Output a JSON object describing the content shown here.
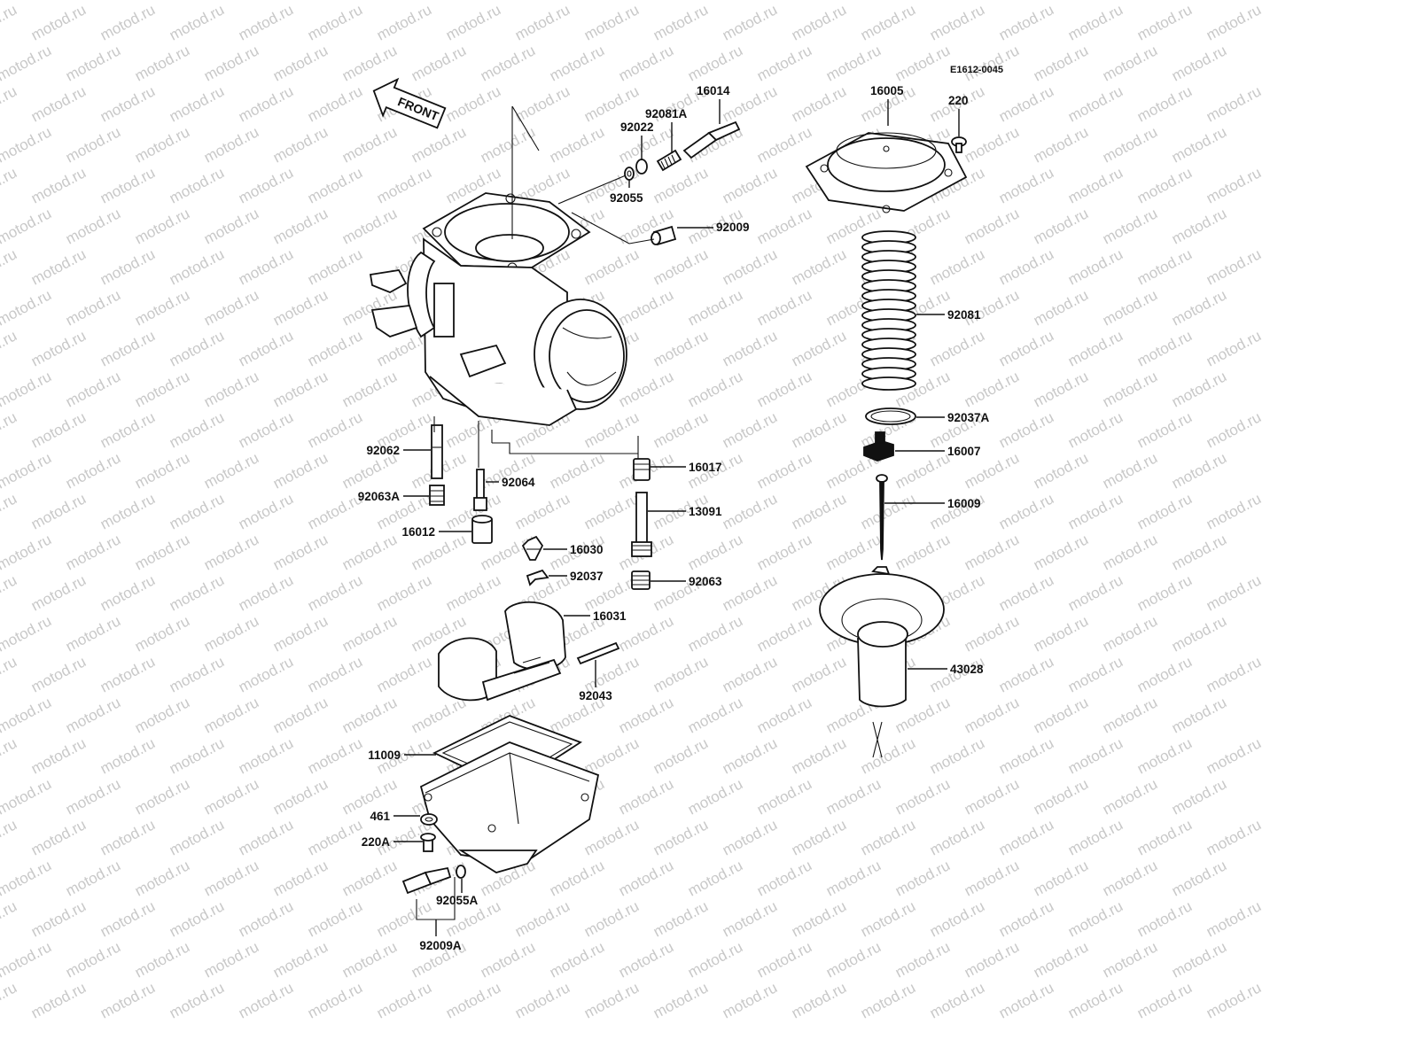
{
  "diagram": {
    "ref_code": "E1612-0045",
    "front_label": "FRONT",
    "watermark": "motod.ru",
    "callouts": [
      {
        "id": "c-16014",
        "label": "16014"
      },
      {
        "id": "c-92081A",
        "label": "92081A"
      },
      {
        "id": "c-92022",
        "label": "92022"
      },
      {
        "id": "c-92055",
        "label": "92055"
      },
      {
        "id": "c-92009",
        "label": "92009"
      },
      {
        "id": "c-16005",
        "label": "16005"
      },
      {
        "id": "c-220",
        "label": "220"
      },
      {
        "id": "c-92081",
        "label": "92081"
      },
      {
        "id": "c-92037A",
        "label": "92037A"
      },
      {
        "id": "c-16007",
        "label": "16007"
      },
      {
        "id": "c-16009",
        "label": "16009"
      },
      {
        "id": "c-43028",
        "label": "43028"
      },
      {
        "id": "c-92062",
        "label": "92062"
      },
      {
        "id": "c-92063A",
        "label": "92063A"
      },
      {
        "id": "c-16012",
        "label": "16012"
      },
      {
        "id": "c-92064",
        "label": "92064"
      },
      {
        "id": "c-16017",
        "label": "16017"
      },
      {
        "id": "c-13091",
        "label": "13091"
      },
      {
        "id": "c-16030",
        "label": "16030"
      },
      {
        "id": "c-92037",
        "label": "92037"
      },
      {
        "id": "c-92063",
        "label": "92063"
      },
      {
        "id": "c-16031",
        "label": "16031"
      },
      {
        "id": "c-92043",
        "label": "92043"
      },
      {
        "id": "c-11009",
        "label": "11009"
      },
      {
        "id": "c-461",
        "label": "461"
      },
      {
        "id": "c-220A",
        "label": "220A"
      },
      {
        "id": "c-92055A",
        "label": "92055A"
      },
      {
        "id": "c-92009A",
        "label": "92009A"
      }
    ]
  }
}
